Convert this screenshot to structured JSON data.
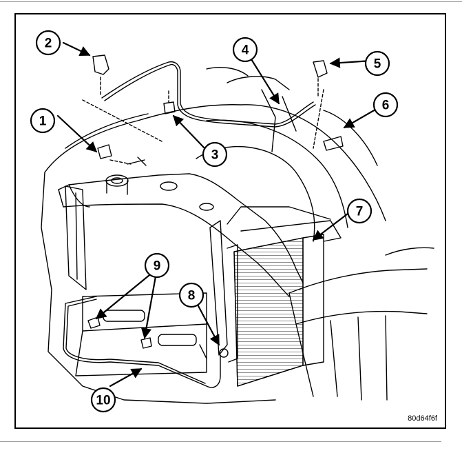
{
  "figure": {
    "code": "80d64f6f",
    "callouts": [
      {
        "label": "1"
      },
      {
        "label": "2"
      },
      {
        "label": "3"
      },
      {
        "label": "4"
      },
      {
        "label": "5"
      },
      {
        "label": "6"
      },
      {
        "label": "7"
      },
      {
        "label": "8"
      },
      {
        "label": "9"
      },
      {
        "label": "10"
      }
    ]
  },
  "colors": {
    "line": "#000000",
    "background": "#ffffff",
    "rule": "#9a9a9a"
  }
}
